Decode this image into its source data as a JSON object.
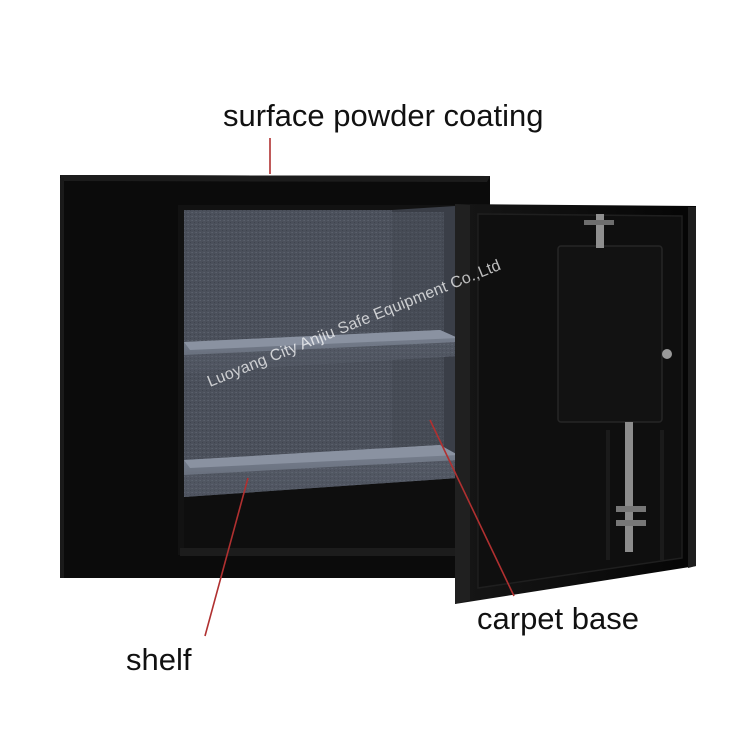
{
  "image": {
    "background": "#ffffff",
    "subject": "black-steel-safe-open-door",
    "colors": {
      "cabinet": "#0b0b0b",
      "carpet": "#4a4f5a",
      "carpet_light": "#6c7482",
      "pointer_line": "#b03030"
    }
  },
  "labels": {
    "coating": "surface powder coating",
    "carpet": "carpet base",
    "shelf": "shelf"
  },
  "watermark": "Luoyang City Anjiu Safe Equipment Co.,Ltd"
}
